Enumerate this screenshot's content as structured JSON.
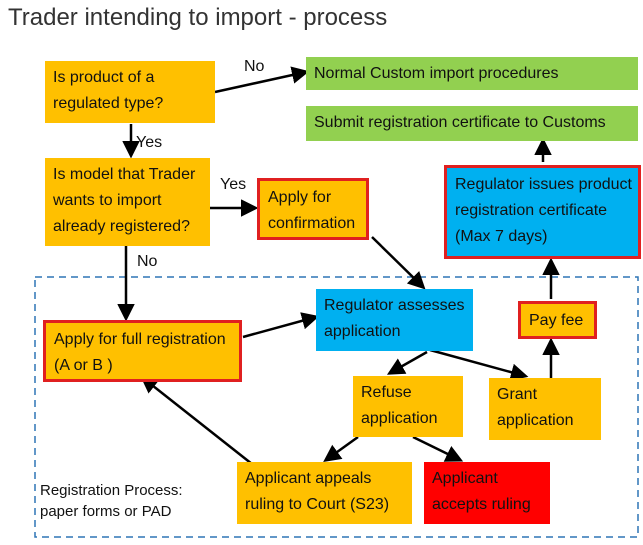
{
  "title": "Trader intending to import - process",
  "nodes": {
    "q_regulated": [
      "Is product of a",
      "regulated type?"
    ],
    "normal_customs": [
      "Normal Custom import procedures"
    ],
    "submit_cert": [
      "Submit registration certificate to Customs"
    ],
    "q_registered": [
      "Is model that Trader",
      "wants to import",
      "already registered?"
    ],
    "apply_confirmation": [
      "Apply for",
      "confirmation"
    ],
    "regulator_issues": [
      "Regulator issues product",
      "registration certificate",
      "(Max 7 days)"
    ],
    "regulator_assesses": [
      "Regulator assesses",
      "application"
    ],
    "apply_full": [
      "Apply for full registration",
      "(A or B )"
    ],
    "pay_fee": [
      "Pay fee"
    ],
    "refuse": [
      "Refuse",
      "application"
    ],
    "grant": [
      "Grant",
      "application"
    ],
    "appeals": [
      "Applicant appeals",
      "ruling to Court (S23)"
    ],
    "accepts": [
      "Applicant",
      "accepts ruling"
    ]
  },
  "edge_labels": {
    "no_top": "No",
    "yes_down": "Yes",
    "yes_right": "Yes",
    "no_down": "No"
  },
  "region_label": [
    "Registration Process:",
    "paper forms or PAD"
  ],
  "colors": {
    "decision": "#FFC000",
    "outcome": "#92D050",
    "regulator": "#00B0F0",
    "refusal_accept": "#FF0000",
    "highlight_border": "#E02020",
    "region_border": "#2E75B6"
  }
}
